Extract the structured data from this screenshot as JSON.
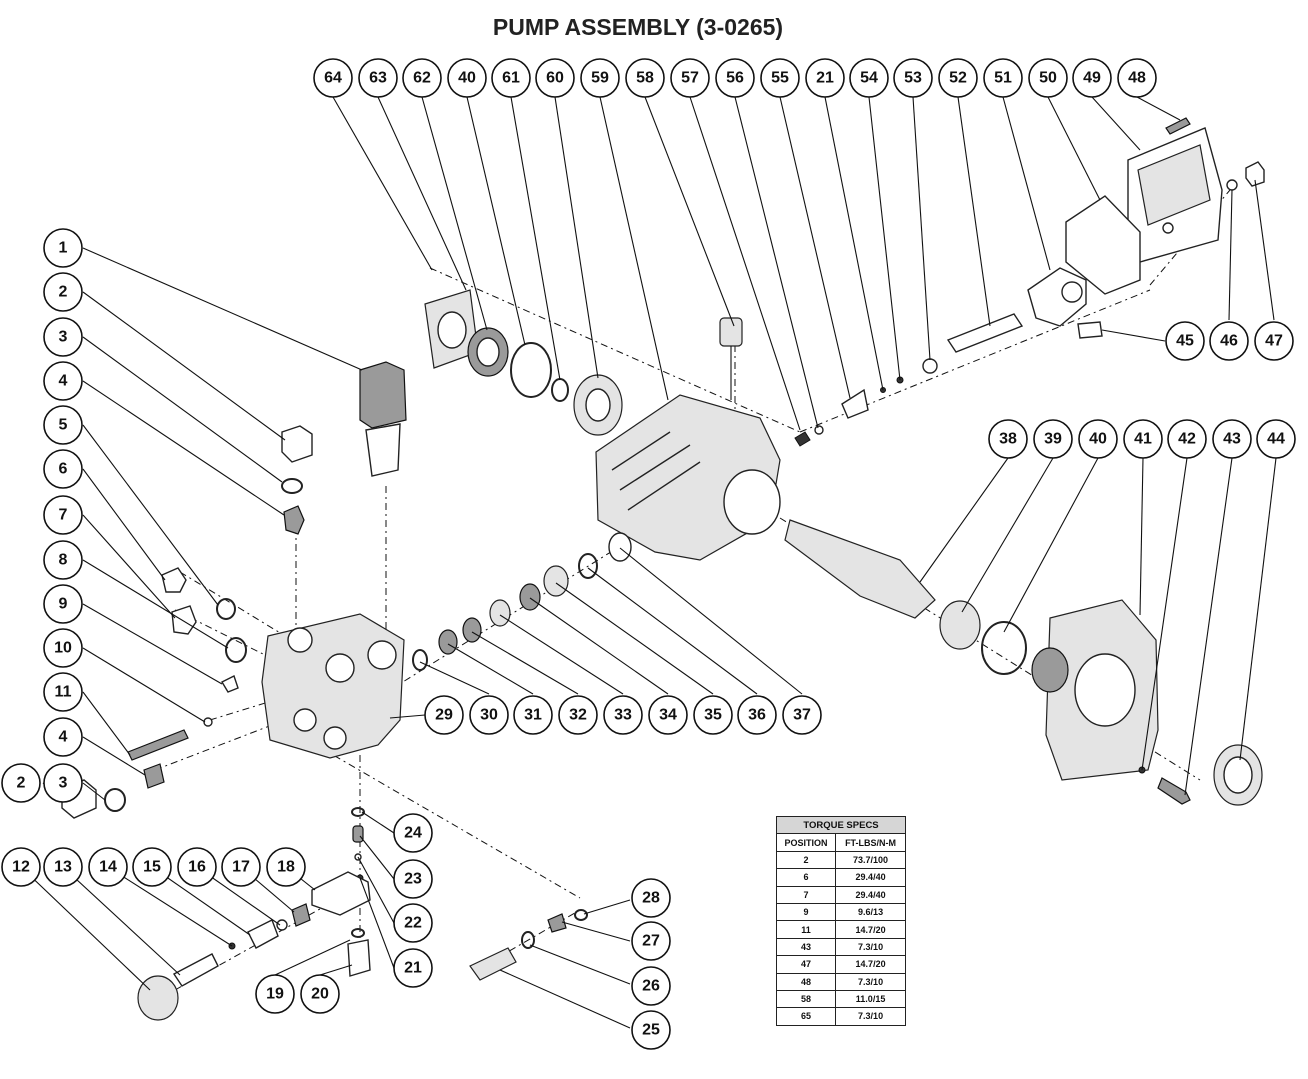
{
  "title": "PUMP ASSEMBLY (3-0265)",
  "callouts": [
    "64",
    "63",
    "62",
    "40",
    "61",
    "60",
    "59",
    "58",
    "57",
    "56",
    "55",
    "21",
    "54",
    "53",
    "52",
    "51",
    "50",
    "49",
    "48",
    "45",
    "46",
    "47",
    "1",
    "2",
    "3",
    "4",
    "5",
    "6",
    "7",
    "8",
    "9",
    "10",
    "11",
    "4",
    "2",
    "3",
    "12",
    "13",
    "14",
    "15",
    "16",
    "17",
    "18",
    "19",
    "20",
    "21",
    "22",
    "23",
    "24",
    "29",
    "30",
    "31",
    "32",
    "33",
    "34",
    "35",
    "36",
    "37",
    "38",
    "39",
    "40",
    "41",
    "42",
    "43",
    "44",
    "28",
    "27",
    "26",
    "25"
  ],
  "torque_specs": {
    "caption": "TORQUE SPECS",
    "headers": [
      "POSITION",
      "FT-LBS/N-M"
    ],
    "rows": [
      [
        "2",
        "73.7/100"
      ],
      [
        "6",
        "29.4/40"
      ],
      [
        "7",
        "29.4/40"
      ],
      [
        "9",
        "9.6/13"
      ],
      [
        "11",
        "14.7/20"
      ],
      [
        "43",
        "7.3/10"
      ],
      [
        "47",
        "14.7/20"
      ],
      [
        "48",
        "7.3/10"
      ],
      [
        "58",
        "11.0/15"
      ],
      [
        "65",
        "7.3/10"
      ]
    ]
  }
}
